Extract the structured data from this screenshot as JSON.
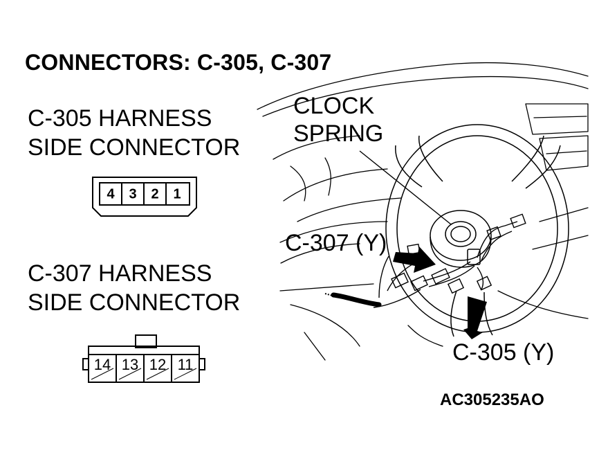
{
  "title": "CONNECTORS: C-305, C-307",
  "c305_connector": {
    "label_line1": "C-305 HARNESS",
    "label_line2": "SIDE CONNECTOR",
    "pins": [
      "4",
      "3",
      "2",
      "1"
    ]
  },
  "c307_connector": {
    "label_line1": "C-307 HARNESS",
    "label_line2": "SIDE CONNECTOR",
    "pins": [
      "14",
      "13",
      "12",
      "11"
    ]
  },
  "callouts": {
    "clock_spring_line1": "CLOCK",
    "clock_spring_line2": "SPRING",
    "c307": "C-307 (Y)",
    "c305": "C-305 (Y)"
  },
  "figure_code": "AC305235AO"
}
